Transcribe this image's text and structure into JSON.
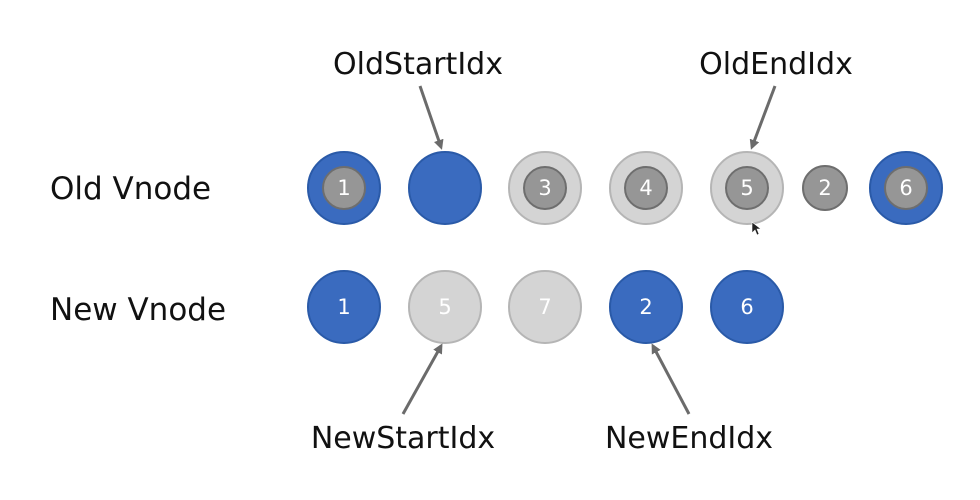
{
  "rows": {
    "old_label": "Old Vnode",
    "new_label": "New Vnode"
  },
  "pointers": {
    "old_start": "OldStartIdx",
    "old_end": "OldEndIdx",
    "new_start": "NewStartIdx",
    "new_end": "NewEndIdx"
  },
  "old_nodes": [
    {
      "label": "1",
      "outer": "blue",
      "inner": "gray"
    },
    {
      "label": "",
      "outer": "blue",
      "inner": "none"
    },
    {
      "label": "3",
      "outer": "light",
      "inner": "gray"
    },
    {
      "label": "4",
      "outer": "light",
      "inner": "gray"
    },
    {
      "label": "5",
      "outer": "light",
      "inner": "gray"
    },
    {
      "label": "2",
      "outer": "none",
      "inner": "gray"
    },
    {
      "label": "6",
      "outer": "blue",
      "inner": "gray"
    }
  ],
  "new_nodes": [
    {
      "label": "1",
      "fill": "blue"
    },
    {
      "label": "5",
      "fill": "light"
    },
    {
      "label": "7",
      "fill": "light"
    },
    {
      "label": "2",
      "fill": "blue"
    },
    {
      "label": "6",
      "fill": "blue"
    }
  ],
  "colors": {
    "blue": "#3a6bbf",
    "blue_stroke": "#2a5aa8",
    "light": "#d4d4d4",
    "light_stroke": "#b5b5b5",
    "gray": "#969696",
    "gray_stroke": "#6e6e6e",
    "arrow": "#6b6b6b"
  }
}
